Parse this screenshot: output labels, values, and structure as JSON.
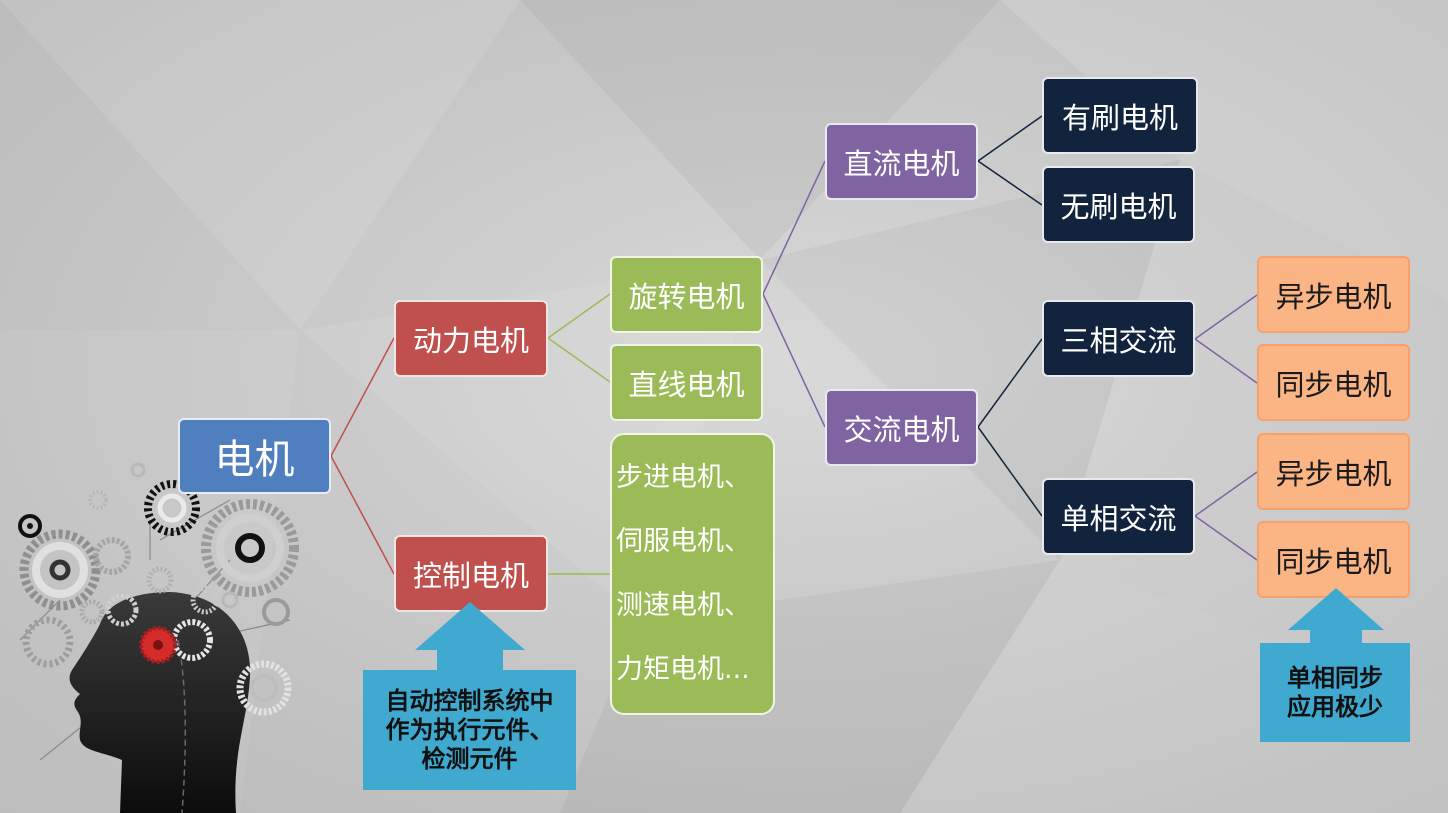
{
  "root": {
    "label": "电机"
  },
  "power": {
    "label": "动力电机",
    "rotary": {
      "label": "旋转电机",
      "dc": {
        "label": "直流电机",
        "brushed": "有刷电机",
        "brushless": "无刷电机"
      },
      "ac": {
        "label": "交流电机",
        "three_phase": {
          "label": "三相交流",
          "async": "异步电机",
          "sync": "同步电机"
        },
        "single_phase": {
          "label": "单相交流",
          "async": "异步电机",
          "sync": "同步电机"
        }
      }
    },
    "linear": {
      "label": "直线电机"
    }
  },
  "control": {
    "label": "控制电机",
    "types": [
      "步进电机、",
      "伺服电机、",
      "测速电机、",
      "力矩电机..."
    ]
  },
  "callouts": {
    "control_note": [
      "自动控制系统中",
      "作为执行元件、",
      "检测元件"
    ],
    "single_sync_note": [
      "单相同步",
      "应用极少"
    ]
  },
  "colors": {
    "root": "#4f7fbf",
    "level1": "#c0504d",
    "level2": "#9bbb59",
    "level3": "#8064a2",
    "level4": "#12243d",
    "level5": "#fbb585",
    "callout": "#3fa9d0"
  },
  "decor": {
    "illustration": "head-with-gears-icon"
  }
}
